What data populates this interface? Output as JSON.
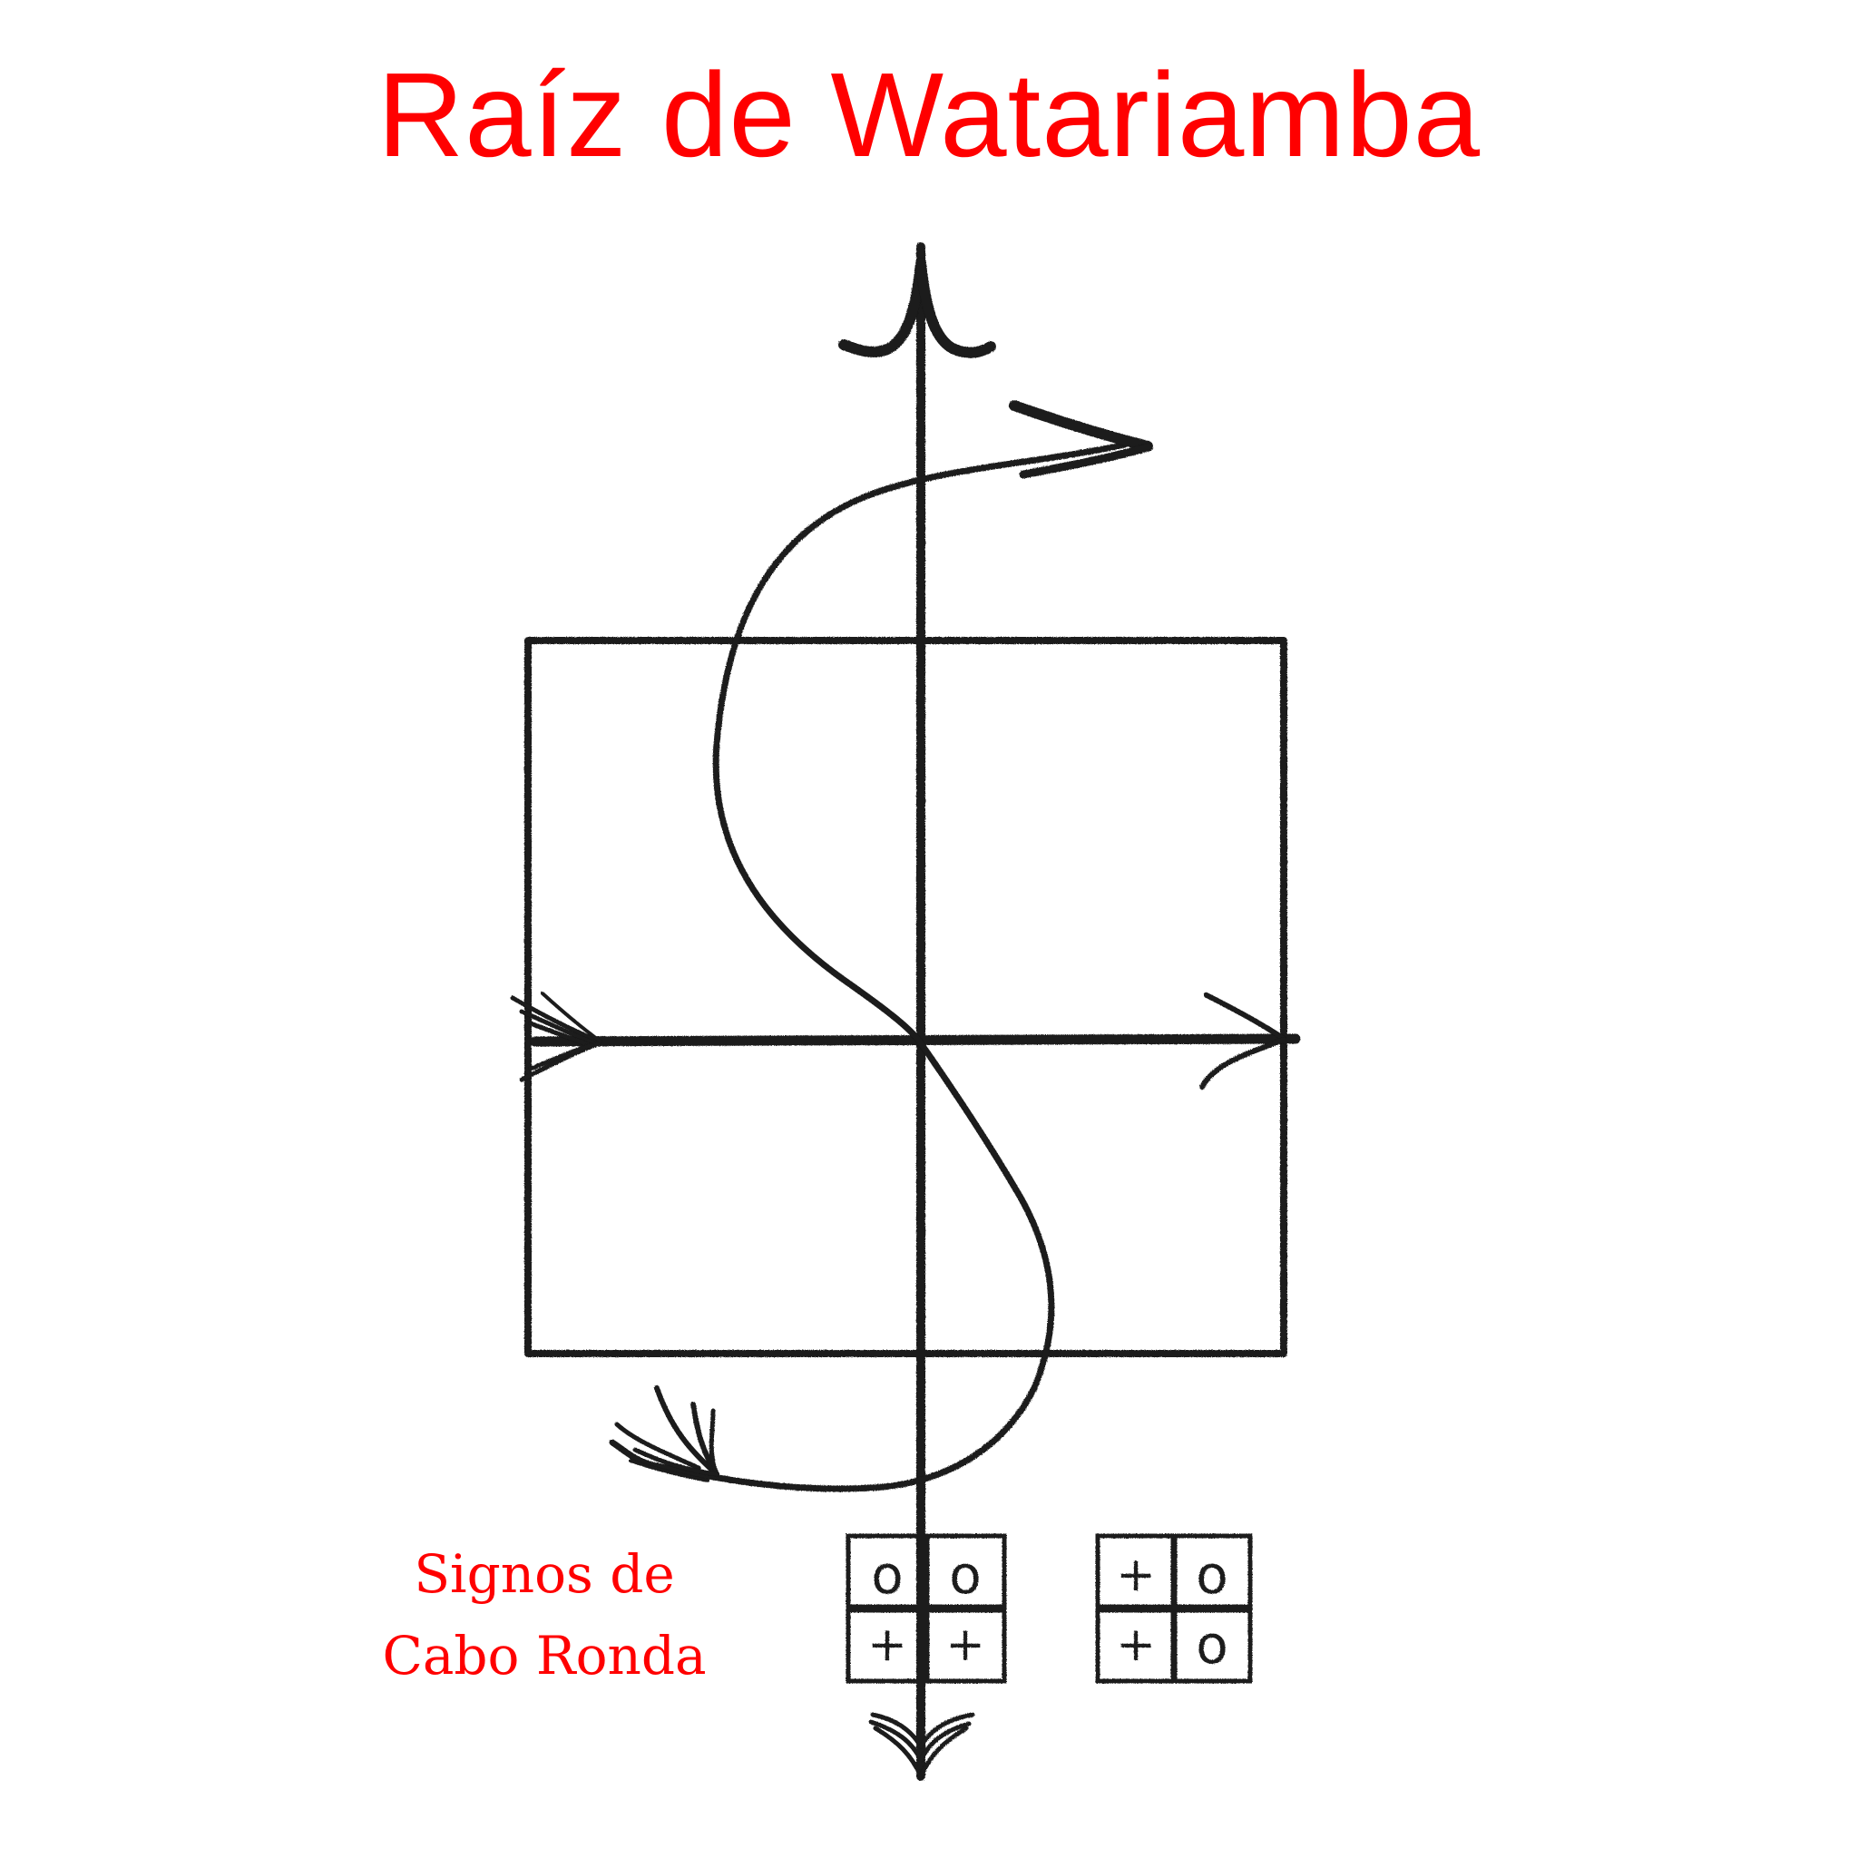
{
  "title": "Raíz de Watariamba",
  "caption": {
    "line1": "Signos de",
    "line2": "Cabo Ronda"
  },
  "signs": [
    {
      "cells": [
        "o",
        "o",
        "+",
        "+"
      ]
    },
    {
      "cells": [
        "+",
        "o",
        "+",
        "o"
      ]
    }
  ],
  "colors": {
    "text": "#ff0000",
    "ink": "#1a1a1a",
    "background": "#ffffff"
  }
}
